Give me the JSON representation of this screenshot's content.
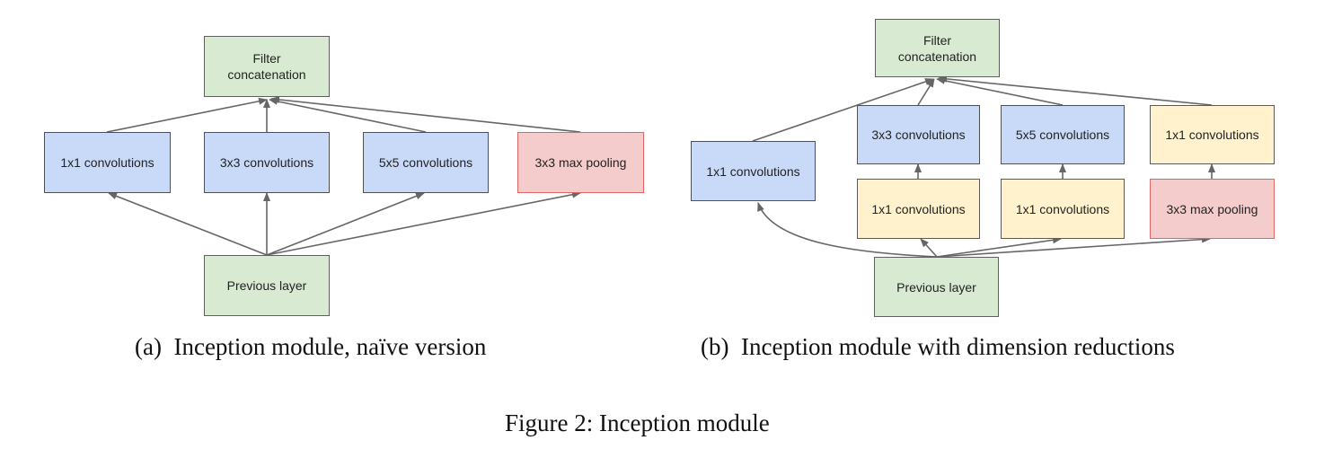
{
  "diagram_a": {
    "caption": "(a)  Inception module, naïve version",
    "filter_concat_line1": "Filter",
    "filter_concat_line2": "concatenation",
    "conv1x1": "1x1 convolutions",
    "conv3x3": "3x3 convolutions",
    "conv5x5": "5x5 convolutions",
    "maxpool": "3x3 max pooling",
    "previous": "Previous layer"
  },
  "diagram_b": {
    "caption": "(b)  Inception module with dimension reductions",
    "filter_concat_line1": "Filter",
    "filter_concat_line2": "concatenation",
    "conv1x1_direct": "1x1 convolutions",
    "conv3x3": "3x3 convolutions",
    "conv5x5": "5x5 convolutions",
    "conv1x1_after_pool": "1x1 convolutions",
    "reduce_3x3": "1x1 convolutions",
    "reduce_5x5": "1x1 convolutions",
    "maxpool": "3x3 max pooling",
    "previous": "Previous layer"
  },
  "figure_caption": "Figure 2: Inception module",
  "colors": {
    "green": "#d9ead3",
    "blue": "#c9daf8",
    "yellow": "#fff2cc",
    "red": "#f4cccc",
    "arrow": "#666666"
  }
}
